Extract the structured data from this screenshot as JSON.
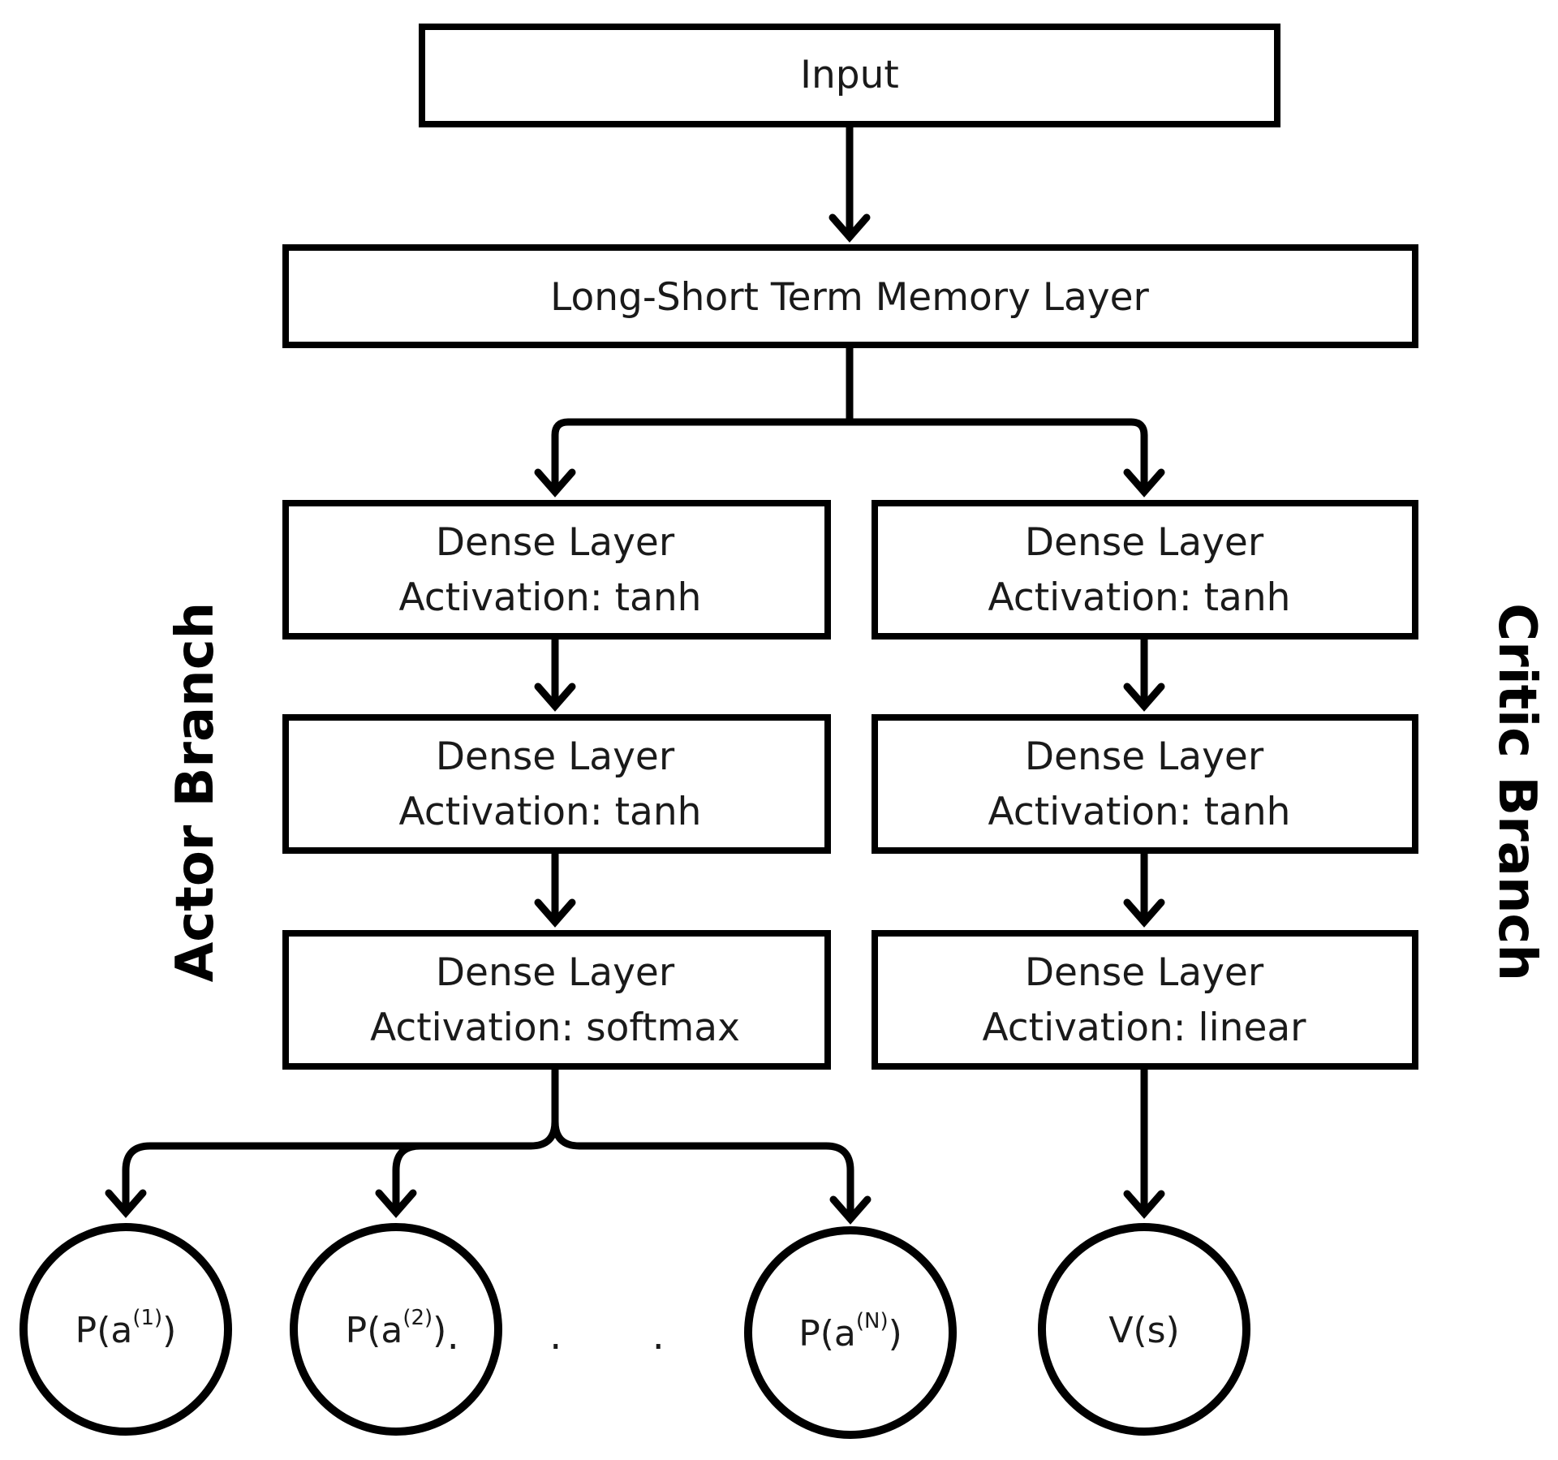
{
  "diagram": {
    "input": {
      "label": "Input"
    },
    "lstm": {
      "label": "Long-Short Term Memory Layer"
    },
    "actor_branch": {
      "title": "Actor Branch",
      "layers": [
        {
          "line1": "Dense Layer",
          "line2": "Activation: tanh"
        },
        {
          "line1": "Dense Layer",
          "line2": "Activation: tanh"
        },
        {
          "line1": "Dense Layer",
          "line2": "Activation: softmax"
        }
      ],
      "outputs": [
        {
          "prefix": "P(a",
          "sup": "(1)",
          "suffix": ")"
        },
        {
          "prefix": "P(a",
          "sup": "(2)",
          "suffix": ")"
        },
        {
          "prefix": "P(a",
          "sup": "(N)",
          "suffix": ")"
        }
      ],
      "ellipsis": ". . . ."
    },
    "critic_branch": {
      "title": "Critic Branch",
      "layers": [
        {
          "line1": "Dense Layer",
          "line2": "Activation: tanh"
        },
        {
          "line1": "Dense Layer",
          "line2": "Activation: tanh"
        },
        {
          "line1": "Dense Layer",
          "line2": "Activation: linear"
        }
      ],
      "output": {
        "label": "V(s)"
      }
    }
  }
}
